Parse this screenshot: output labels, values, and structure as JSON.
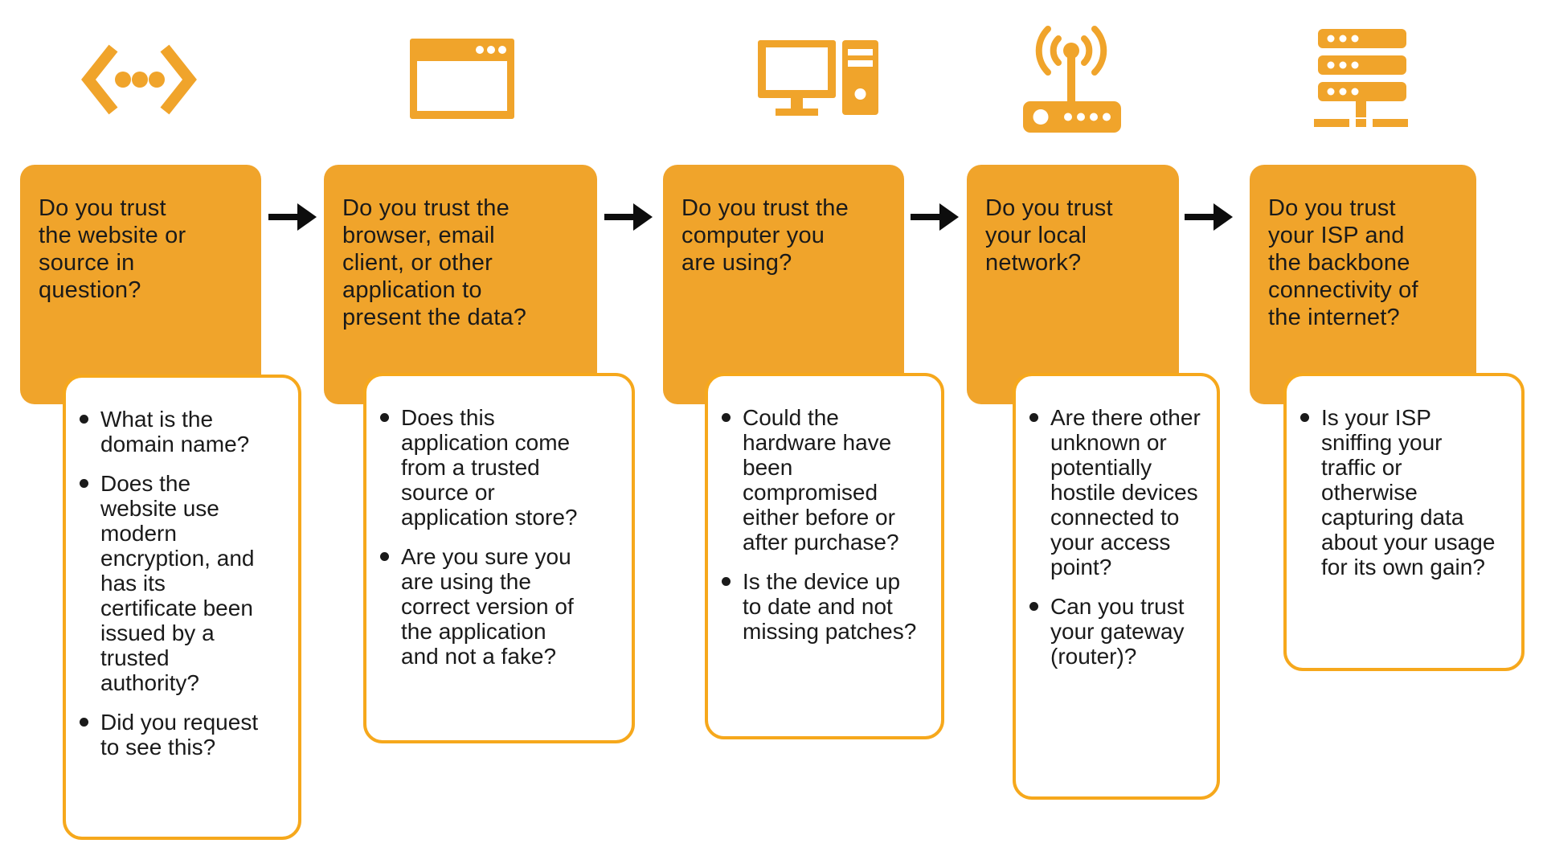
{
  "colors": {
    "orange": "#F0A42B",
    "border": "#F6A81C",
    "ink": "#1A1A1A",
    "arrow": "#0D0D0D",
    "paper": "#FFFFFF"
  },
  "icons": {
    "step1": "code-icon",
    "step2": "browser-icon",
    "step3": "desktop-computer-icon",
    "step4": "wireless-router-icon",
    "step5": "server-stack-icon"
  },
  "flow_arrow": "right-arrow",
  "columns": [
    {
      "question": "Do you trust the website or source in question?",
      "bullets": [
        "What is the domain name?",
        "Does the website use modern encryption, and has its certificate been issued by a trusted authority?",
        "Did you request to see this?"
      ]
    },
    {
      "question": "Do you trust the browser, email client, or other application to present the data?",
      "bullets": [
        "Does this application come from a trusted source or application store?",
        "Are you sure you are using the correct version of the application and not a fake?"
      ]
    },
    {
      "question": "Do you trust the computer you are using?",
      "bullets": [
        "Could the hardware have been compromised either before or after purchase?",
        "Is the device up to date and not missing patches?"
      ]
    },
    {
      "question": "Do you trust your local network?",
      "bullets": [
        "Are there other unknown or potentially hostile devices connected to your access point?",
        "Can you trust your gateway (router)?"
      ]
    },
    {
      "question": "Do you trust your ISP and the backbone connectivity of the internet?",
      "bullets": [
        "Is your ISP sniffing your traffic or otherwise capturing data about your usage for its own gain?"
      ]
    }
  ]
}
